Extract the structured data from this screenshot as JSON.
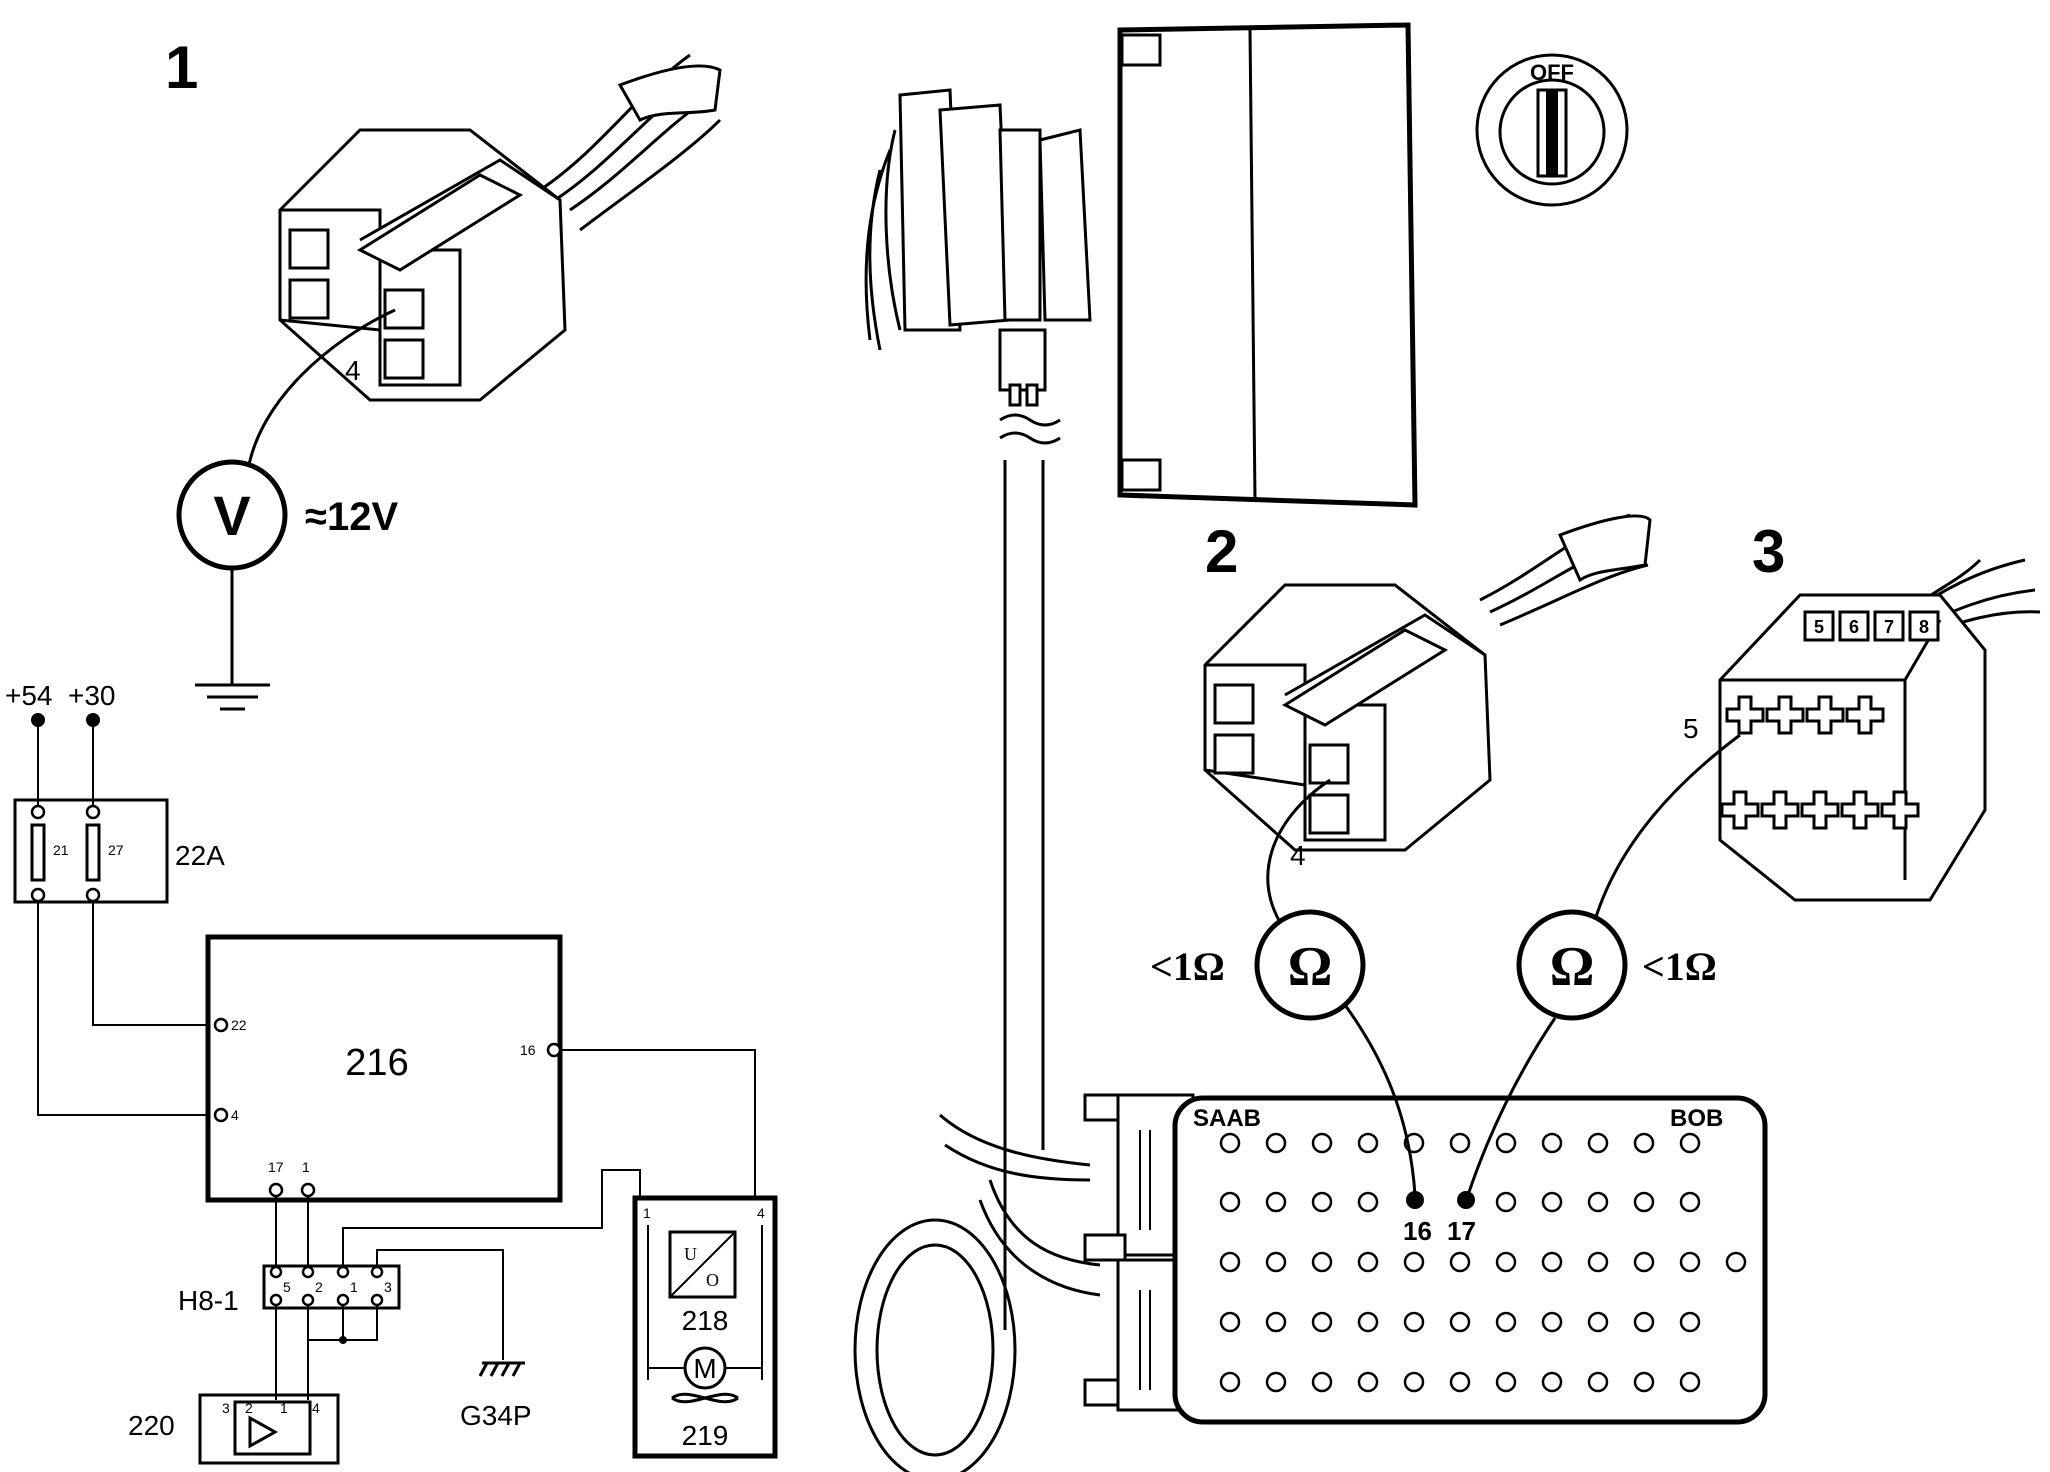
{
  "step_labels": {
    "s1": "1",
    "s2": "2",
    "s3": "3"
  },
  "voltmeter": {
    "symbol": "V",
    "reading": "≈12V",
    "pin": "4"
  },
  "ohmmeter_left": {
    "symbol": "Ω",
    "reading": "<1Ω",
    "pin": "4"
  },
  "ohmmeter_right": {
    "symbol": "Ω",
    "reading": "<1Ω",
    "pin": "5"
  },
  "ignition": {
    "label": "OFF"
  },
  "connector3_cavities": [
    "5",
    "6",
    "7",
    "8"
  ],
  "bob": {
    "brand": "SAAB",
    "name": "BOB",
    "pin_a": "16",
    "pin_b": "17"
  },
  "schematic": {
    "supply_54": "+54",
    "supply_30": "+30",
    "fuse_box": "22A",
    "fuse_a": "21",
    "fuse_b": "27",
    "ecu": "216",
    "ecu_pin_22": "22",
    "ecu_pin_4": "4",
    "ecu_pin_16": "16",
    "ecu_pin_17": "17",
    "ecu_pin_1": "1",
    "connector": "H8-1",
    "conn_pin_5": "5",
    "conn_pin_2": "2",
    "conn_pin_1": "1",
    "conn_pin_3": "3",
    "ground": "G34P",
    "component_220": "220",
    "c220_pin_3": "3",
    "c220_pin_2": "2",
    "c220_pin_1": "1",
    "c220_pin_4": "4",
    "component_218": "218",
    "component_219": "219",
    "c218_pin_1": "1",
    "c218_pin_4": "4",
    "converter_u": "U",
    "converter_o": "O",
    "motor": "M"
  }
}
